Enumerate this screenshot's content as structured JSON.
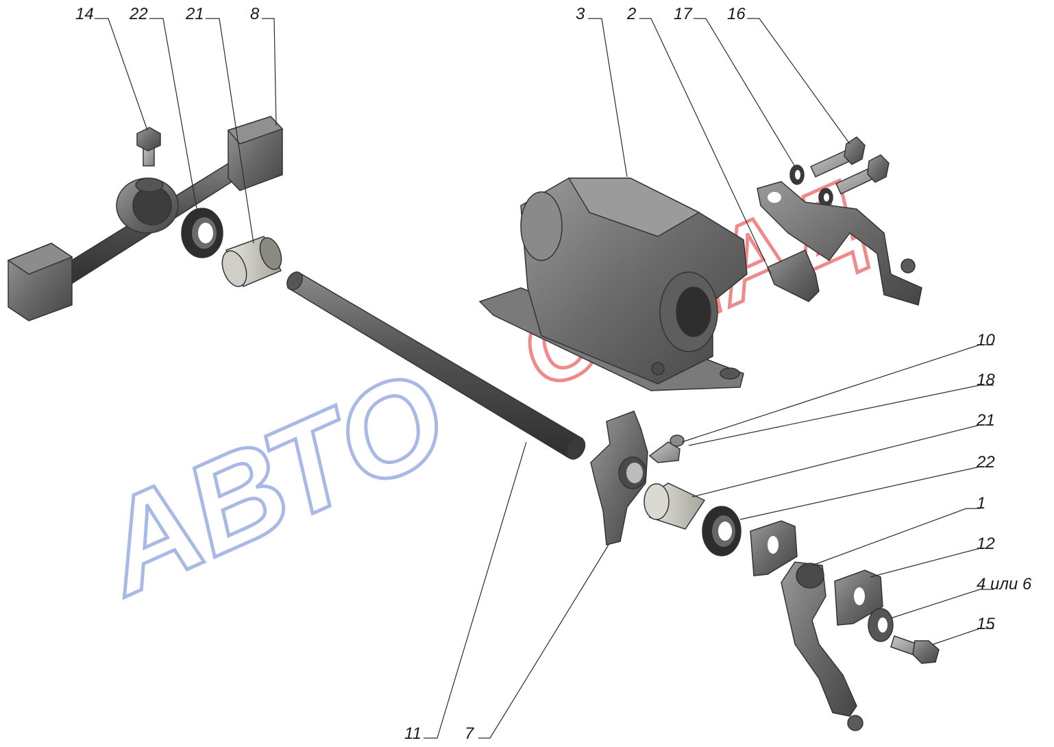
{
  "watermark": {
    "left_text": "АВТО",
    "right_text": "СКЛАД",
    "left_color": "#a9b9e6",
    "right_color": "#f08a8a"
  },
  "part_color": "#6e6e6e",
  "callouts": [
    {
      "id": "c14",
      "label": "14"
    },
    {
      "id": "c22a",
      "label": "22"
    },
    {
      "id": "c21a",
      "label": "21"
    },
    {
      "id": "c8",
      "label": "8"
    },
    {
      "id": "c3",
      "label": "3"
    },
    {
      "id": "c2",
      "label": "2"
    },
    {
      "id": "c17",
      "label": "17"
    },
    {
      "id": "c16",
      "label": "16"
    },
    {
      "id": "c10",
      "label": "10"
    },
    {
      "id": "c18",
      "label": "18"
    },
    {
      "id": "c21b",
      "label": "21"
    },
    {
      "id": "c22b",
      "label": "22"
    },
    {
      "id": "c1",
      "label": "1"
    },
    {
      "id": "c12",
      "label": "12"
    },
    {
      "id": "c4",
      "label": "4 или 6"
    },
    {
      "id": "c15",
      "label": "15"
    },
    {
      "id": "c11",
      "label": "11"
    },
    {
      "id": "c7",
      "label": "7"
    }
  ]
}
